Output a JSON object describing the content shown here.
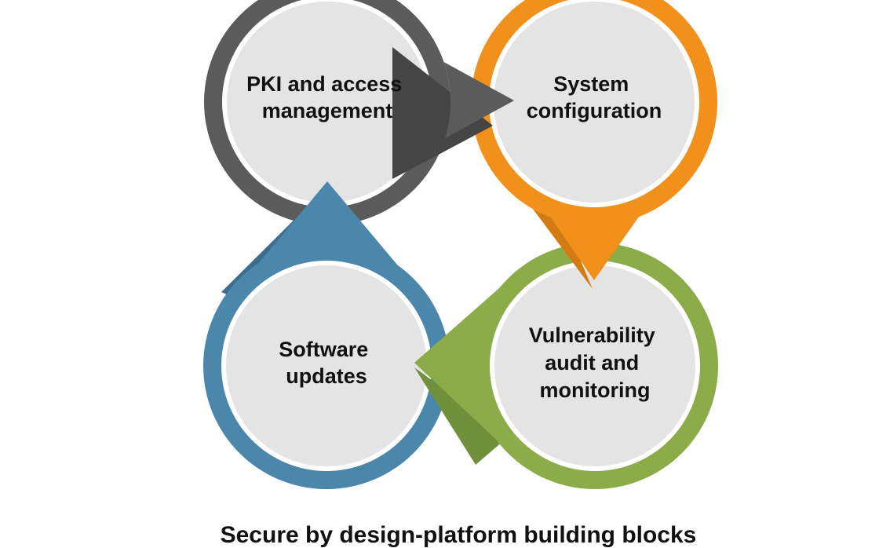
{
  "diagram": {
    "caption": "Secure by design-platform building blocks",
    "flow": "clockwise",
    "background": "#FFFFFF",
    "inner_fill": "#E4E4E4",
    "ring_gap_color": "#FFFFFF",
    "text_color": "#111111",
    "nodes": [
      {
        "id": "pki-access-management",
        "position": "top-left",
        "color": "#5B5B5B",
        "shadow": "#454545",
        "arrow_direction": "right",
        "arrow_to": "system-configuration",
        "lines": [
          "PKI and access",
          "management"
        ]
      },
      {
        "id": "system-configuration",
        "position": "top-right",
        "color": "#F1911C",
        "shadow": "#D47A12",
        "arrow_direction": "down",
        "arrow_to": "vulnerability-audit-and-monitoring",
        "lines": [
          "System",
          "configuration"
        ]
      },
      {
        "id": "software-updates",
        "position": "bottom-left",
        "color": "#4A87AA",
        "shadow": "#3A6E8F",
        "arrow_direction": "up",
        "arrow_to": "pki-access-management",
        "lines": [
          "Software",
          "updates"
        ]
      },
      {
        "id": "vulnerability-audit-and-monitoring",
        "position": "bottom-right",
        "color": "#8CAB49",
        "shadow": "#71903B",
        "arrow_direction": "left",
        "arrow_to": "software-updates",
        "lines": [
          "Vulnerability",
          "audit and",
          "monitoring"
        ]
      }
    ]
  }
}
